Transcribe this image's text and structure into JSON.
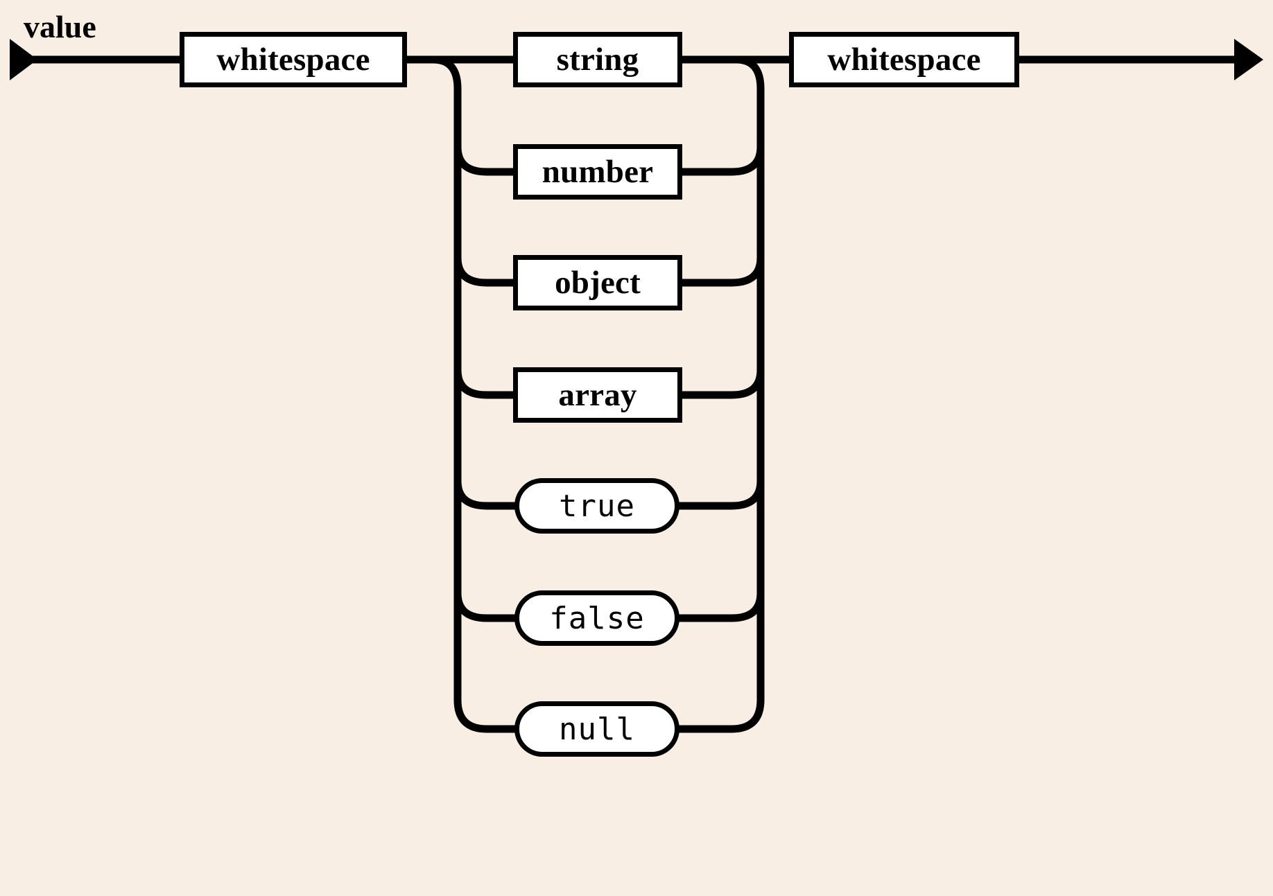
{
  "diagram": {
    "title": "value",
    "type": "railroad-syntax-diagram",
    "entry_label": "value",
    "background_color": "#f9eee3",
    "line_color": "#000000",
    "node_fill_color": "#ffffff"
  },
  "nodes": {
    "whitespace_left": {
      "label": "whitespace",
      "shape": "rectangle",
      "kind": "nonterminal"
    },
    "whitespace_right": {
      "label": "whitespace",
      "shape": "rectangle",
      "kind": "nonterminal"
    },
    "string": {
      "label": "string",
      "shape": "rectangle",
      "kind": "nonterminal"
    },
    "number": {
      "label": "number",
      "shape": "rectangle",
      "kind": "nonterminal"
    },
    "object": {
      "label": "object",
      "shape": "rectangle",
      "kind": "nonterminal"
    },
    "array": {
      "label": "array",
      "shape": "rectangle",
      "kind": "nonterminal"
    },
    "true": {
      "label": "true",
      "shape": "capsule",
      "kind": "terminal"
    },
    "false": {
      "label": "false",
      "shape": "capsule",
      "kind": "terminal"
    },
    "null": {
      "label": "null",
      "shape": "capsule",
      "kind": "terminal"
    }
  },
  "alternatives": [
    {
      "label": "string",
      "kind": "nonterminal"
    },
    {
      "label": "number",
      "kind": "nonterminal"
    },
    {
      "label": "object",
      "kind": "nonterminal"
    },
    {
      "label": "array",
      "kind": "nonterminal"
    },
    {
      "label": "true",
      "kind": "terminal"
    },
    {
      "label": "false",
      "kind": "terminal"
    },
    {
      "label": "null",
      "kind": "terminal"
    }
  ],
  "icons": {
    "entry_arrow": "arrow-right-icon",
    "exit_arrow": "arrow-right-icon"
  }
}
